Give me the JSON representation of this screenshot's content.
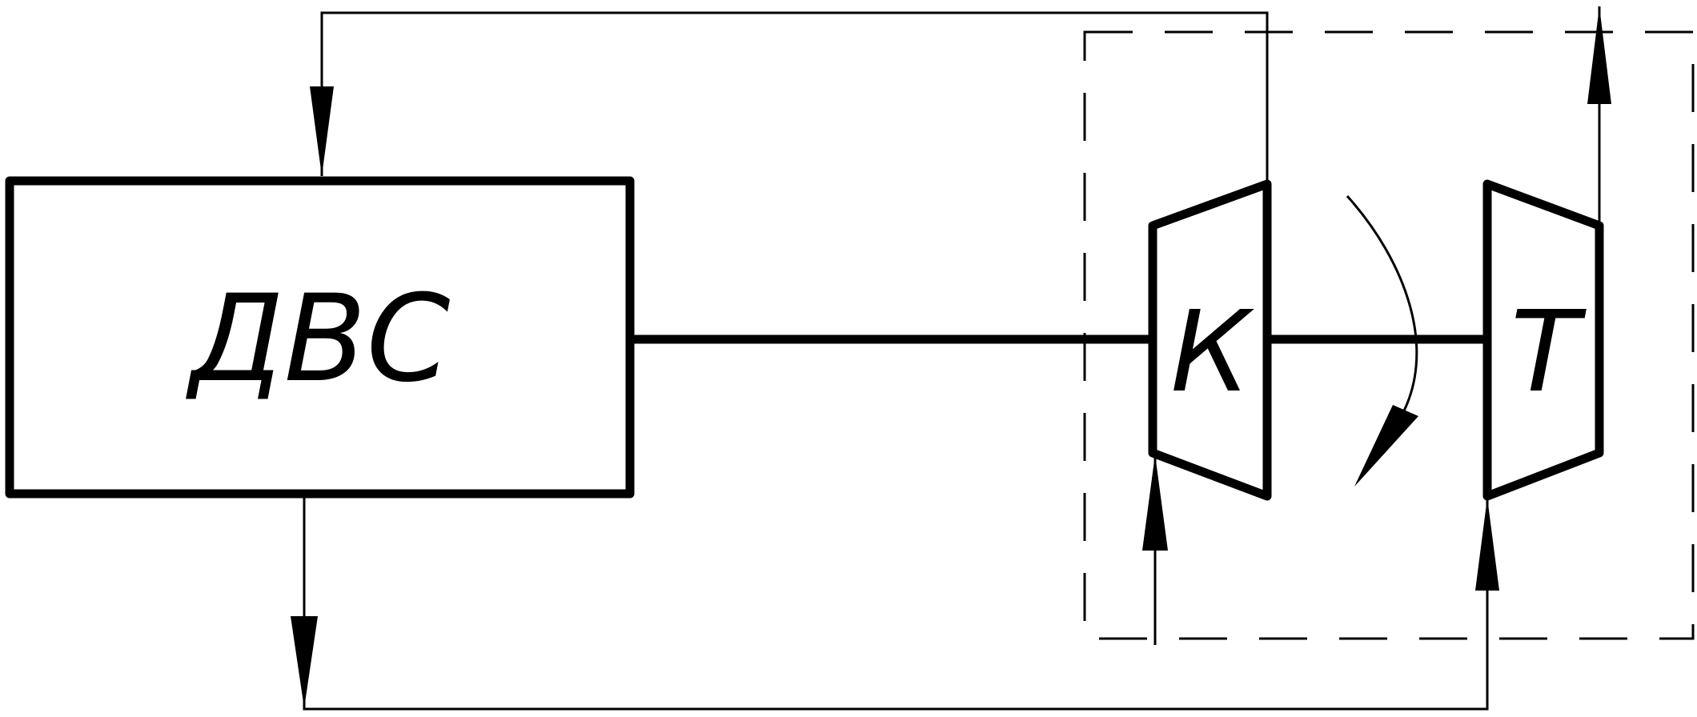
{
  "blocks": {
    "engine": {
      "label": "ДВС"
    },
    "compressor": {
      "label": "К"
    },
    "turbine": {
      "label": "Т"
    }
  },
  "colors": {
    "stroke": "#000000",
    "background": "#ffffff"
  }
}
